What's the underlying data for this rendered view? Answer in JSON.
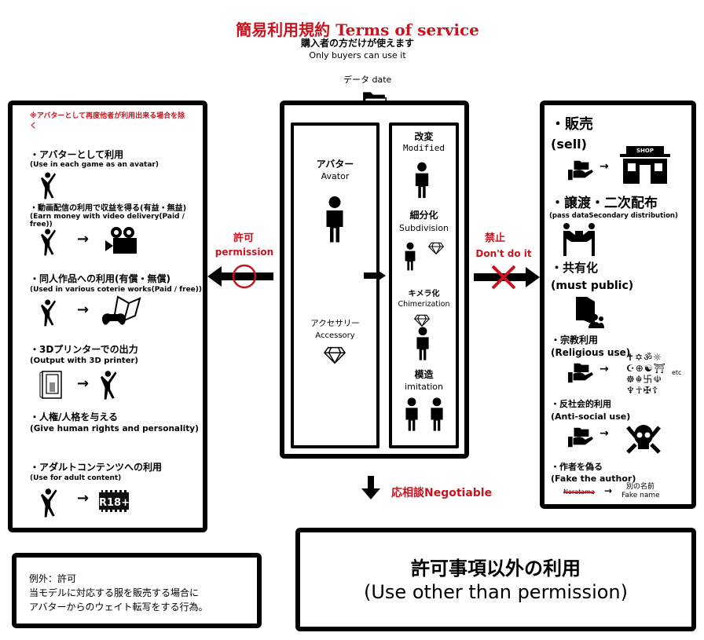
{
  "header": {
    "title": "簡易利用規約 Terms of service",
    "subtitle_ja": "購入者の方だけが使えます",
    "subtitle_en": "Only buyers can use it",
    "data_label": "データ date"
  },
  "colors": {
    "accent": "#c8141e",
    "border": "#000000"
  },
  "permitted": {
    "note": "※アバターとして再度他者が利用出来る場合を除く",
    "items": [
      {
        "ja": "・アバターとして利用",
        "en": "(Use in each game as an avatar)",
        "icons": [
          "person-icon"
        ]
      },
      {
        "ja": "・動画配信の利用で収益を得る(有益・無益)",
        "en": "(Earn money with video delivery(Paid / free))",
        "icons": [
          "person-icon",
          "movie-camera-icon"
        ]
      },
      {
        "ja": "・同人作品への利用(有償・無償)",
        "en": "(Used in various coterie works(Paid / free))",
        "icons": [
          "person-icon",
          "book-gamepad-icon"
        ]
      },
      {
        "ja": "・3Dプリンターでの出力",
        "en": "(Output with 3D printer)",
        "icons": [
          "3d-printer-icon",
          "person-icon"
        ]
      },
      {
        "ja": "・人権/人格を与える",
        "en": "(Give human rights and personality)",
        "icons": []
      },
      {
        "ja": "・アダルトコンテンツへの利用",
        "en": "(Use for adult content)",
        "icons": [
          "person-icon",
          "r18-icon"
        ],
        "badge": "R18+"
      }
    ]
  },
  "permission_label": {
    "ja": "許可",
    "en": "permission"
  },
  "forbidden_label": {
    "ja": "禁止",
    "en": "Don't do it"
  },
  "center": {
    "left": [
      {
        "ja": "アバター",
        "en": "Avator"
      },
      {
        "ja": "アクセサリー",
        "en": "Accessory"
      }
    ],
    "right": [
      {
        "ja": "改変",
        "en": "Modified"
      },
      {
        "ja": "細分化",
        "en": "Subdivision"
      },
      {
        "ja": "キメラ化",
        "en": "Chimerization"
      },
      {
        "ja": "模造",
        "en": "imitation"
      }
    ]
  },
  "negotiable": "応相談Negotiable",
  "forbidden": {
    "items": [
      {
        "ja": "・販売",
        "en": "(sell)",
        "shop": "SHOP"
      },
      {
        "ja": "・譲渡・二次配布",
        "en": "(pass dataSecondary distribution)"
      },
      {
        "ja": "・共有化",
        "en": "(must public)"
      },
      {
        "ja": "・宗教利用",
        "en": "(Religious use)",
        "etc": "etc"
      },
      {
        "ja": "・反社会的利用",
        "en": "(Anti-social use)"
      },
      {
        "ja": "・作者を偽る",
        "en": "(Fake the author)",
        "author": "Noratama",
        "fake_ja": "別の名前",
        "fake_en": "Fake name"
      }
    ]
  },
  "exception": {
    "line1": "例外：許可",
    "line2": "当モデルに対応する服を販売する場合に",
    "line3": "アバターからのウェイト転写をする行為。"
  },
  "other": {
    "ja": "許可事項以外の利用",
    "en": "(Use other than permission)"
  }
}
